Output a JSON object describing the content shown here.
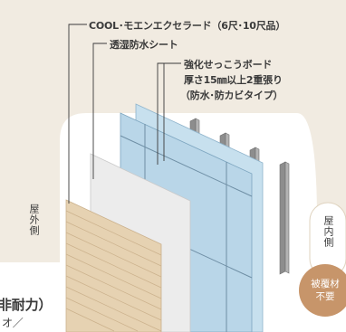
{
  "labels": {
    "cool_panel": "COOL･モエンエクセラード（6尺･10尺品）",
    "moisture_sheet": "透湿防水シート",
    "board_line1": "強化せっこうボード",
    "board_line2": "厚さ15㎜以上2重張り",
    "board_line3": "（防水･防カビタイプ）",
    "exterior": "屋外側",
    "interior": "屋内側",
    "covering_line1": "被覆材",
    "covering_line2": "不要",
    "bottom_line1": "非耐力）",
    "bottom_line2": "オ／"
  },
  "colors": {
    "background_band": "#f1ebe1",
    "brick": "#e6d2b2",
    "brick_line": "#cbb18c",
    "sheet": "#ececec",
    "board": "#b9d6e8",
    "stud": "#8d8d8d",
    "badge": "#c7956a"
  }
}
